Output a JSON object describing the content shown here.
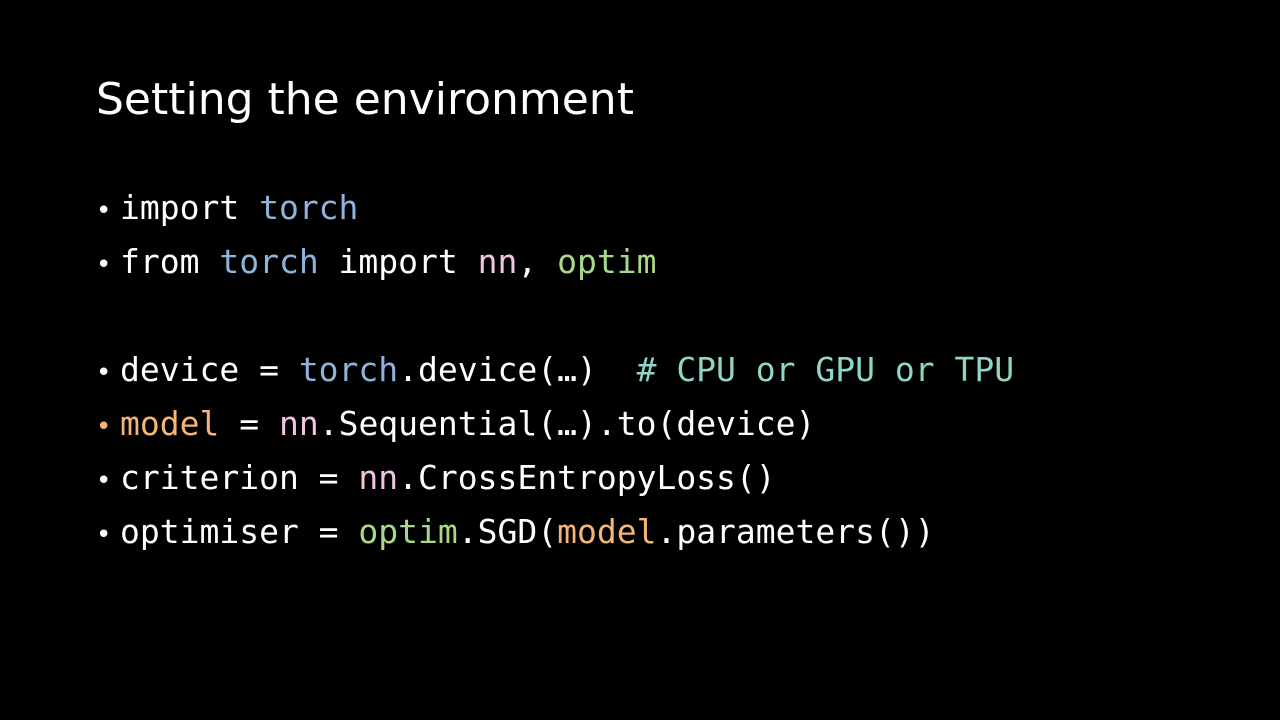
{
  "slide": {
    "title": "Setting the environment"
  },
  "colors": {
    "default": "#ffffff",
    "module": "#8fb3d9",
    "nn": "#f2c4e3",
    "optim": "#a8d98a",
    "model": "#f5b574",
    "comment": "#8fd6c8",
    "bullet_highlight": "#f5b574"
  },
  "lines": [
    {
      "bullet_color": "default",
      "gap_before": false,
      "tokens": [
        {
          "text": "import ",
          "color": "default"
        },
        {
          "text": "torch",
          "color": "module"
        }
      ]
    },
    {
      "bullet_color": "default",
      "gap_before": false,
      "tokens": [
        {
          "text": "from ",
          "color": "default"
        },
        {
          "text": "torch",
          "color": "module"
        },
        {
          "text": " import ",
          "color": "default"
        },
        {
          "text": "nn",
          "color": "nn"
        },
        {
          "text": ", ",
          "color": "default"
        },
        {
          "text": "optim",
          "color": "optim"
        }
      ]
    },
    {
      "bullet_color": "default",
      "gap_before": true,
      "tokens": [
        {
          "text": "device = ",
          "color": "default"
        },
        {
          "text": "torch",
          "color": "module"
        },
        {
          "text": ".device(…)  ",
          "color": "default"
        },
        {
          "text": "# CPU or GPU or TPU",
          "color": "comment"
        }
      ]
    },
    {
      "bullet_color": "bullet_highlight",
      "gap_before": false,
      "tokens": [
        {
          "text": "model",
          "color": "model"
        },
        {
          "text": " = ",
          "color": "default"
        },
        {
          "text": "nn",
          "color": "nn"
        },
        {
          "text": ".Sequential(…).to(device)",
          "color": "default"
        }
      ]
    },
    {
      "bullet_color": "default",
      "gap_before": false,
      "tokens": [
        {
          "text": "criterion = ",
          "color": "default"
        },
        {
          "text": "nn",
          "color": "nn"
        },
        {
          "text": ".CrossEntropyLoss()",
          "color": "default"
        }
      ]
    },
    {
      "bullet_color": "default",
      "gap_before": false,
      "tokens": [
        {
          "text": "optimiser = ",
          "color": "default"
        },
        {
          "text": "optim",
          "color": "optim"
        },
        {
          "text": ".SGD(",
          "color": "default"
        },
        {
          "text": "model",
          "color": "model"
        },
        {
          "text": ".parameters())",
          "color": "default"
        }
      ]
    }
  ]
}
